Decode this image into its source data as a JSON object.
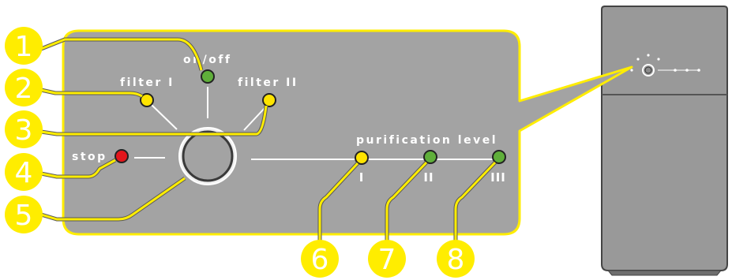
{
  "panel": {
    "labels": {
      "on_off": "on/off",
      "filter_1": "filter I",
      "filter_2": "filter II",
      "stop": "stop",
      "purification_level": "purification level"
    },
    "levels": [
      "I",
      "II",
      "III"
    ]
  },
  "callouts": [
    "1",
    "2",
    "3",
    "4",
    "5",
    "6",
    "7",
    "8"
  ],
  "indicator_colors": {
    "on_off": "#5faf3a",
    "filter_1": "#ffe400",
    "filter_2": "#ffe400",
    "stop": "#e3161b",
    "level_1": "#ffe400",
    "level_2": "#5faf3a",
    "level_3": "#5faf3a"
  },
  "colors": {
    "callout_yellow": "#ffed00",
    "panel_gray": "#a3a3a3",
    "device_gray": "#9a9a9a"
  }
}
